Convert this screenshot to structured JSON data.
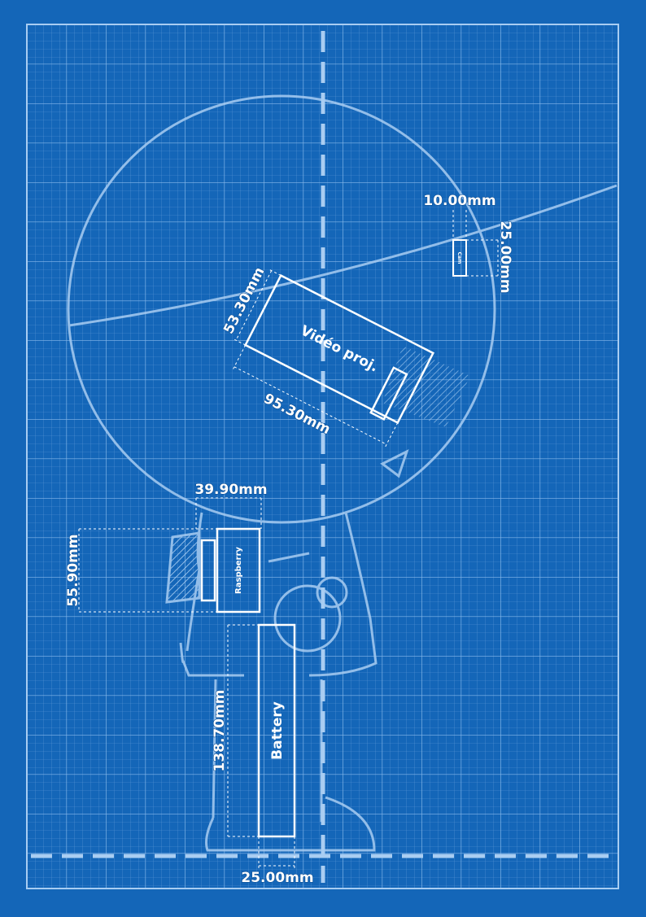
{
  "colors": {
    "background": "#1466b8",
    "grid": "#7fb2e5",
    "line": "#ffffff"
  },
  "parts": {
    "video_projector": "Vidéo proj.",
    "raspberry": "Raspberry",
    "battery": "Battery",
    "camera": "Cam"
  },
  "dimensions": {
    "camera_width": "10.00mm",
    "camera_height": "25.00mm",
    "projector_height": "53.30mm",
    "projector_width": "95.30mm",
    "raspberry_width": "39.90mm",
    "raspberry_height": "55.90mm",
    "battery_height": "138.70mm",
    "battery_width": "25.00mm"
  }
}
